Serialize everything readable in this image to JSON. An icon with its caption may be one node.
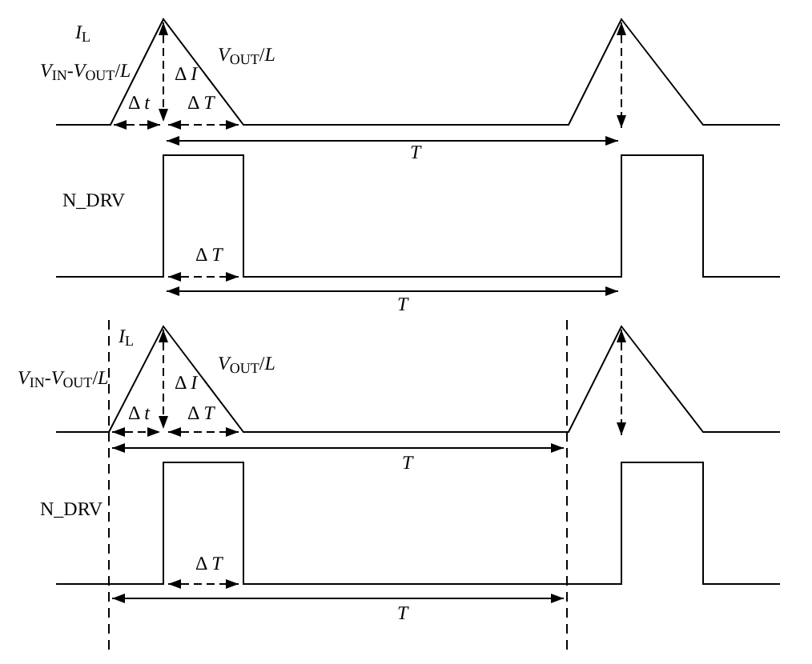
{
  "diagram": {
    "labels": [
      "*I*$_{L}$",
      "*V*$_{IN}$-*V*$_{OUT}$/*L*",
      "*V*$_{OUT}$/*L*",
      "Δ *I*",
      "Δ *t*",
      "Δ *T*",
      "*T*",
      "N_DRV",
      "Δ *T*",
      "*T*",
      "*I*$_{L}$",
      "*V*$_{IN}$-*V*$_{OUT}$/*L*",
      "*V*$_{OUT}$/*L*",
      "Δ *I*",
      "Δ *t*",
      "Δ *T*",
      "*T*",
      "N_DRV",
      "Δ *T*",
      "*T*"
    ]
  }
}
